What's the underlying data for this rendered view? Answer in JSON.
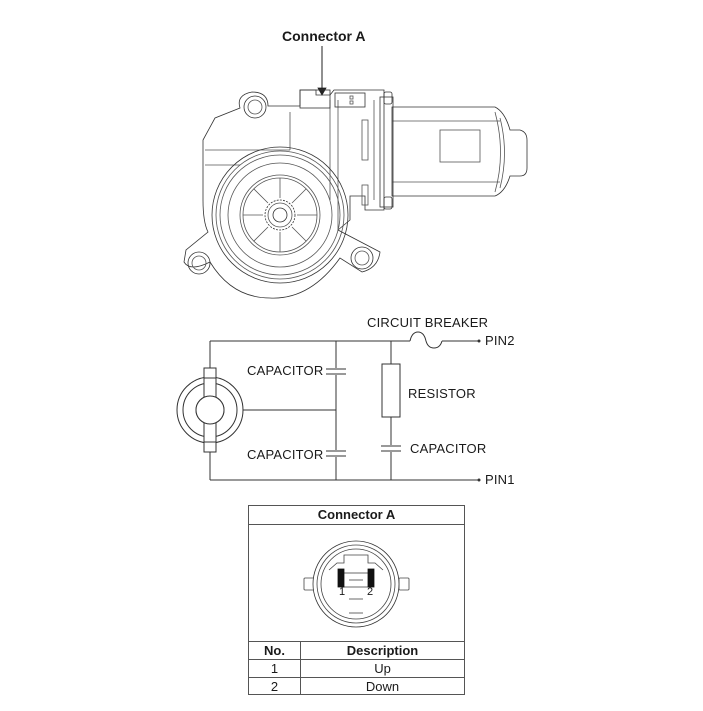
{
  "motor_view": {
    "callout_label": "Connector A"
  },
  "circuit": {
    "labels": {
      "circuit_breaker": "CIRCUIT BREAKER",
      "pin2": "PIN2",
      "pin1": "PIN1",
      "capacitor_top": "CAPACITOR",
      "capacitor_bottom": "CAPACITOR",
      "capacitor_right": "CAPACITOR",
      "resistor": "RESISTOR"
    }
  },
  "connector_table": {
    "title": "Connector A",
    "pin_labels": [
      "1",
      "2"
    ],
    "columns": [
      "No.",
      "Description"
    ],
    "rows": [
      {
        "no": "1",
        "description": "Up"
      },
      {
        "no": "2",
        "description": "Down"
      }
    ]
  }
}
